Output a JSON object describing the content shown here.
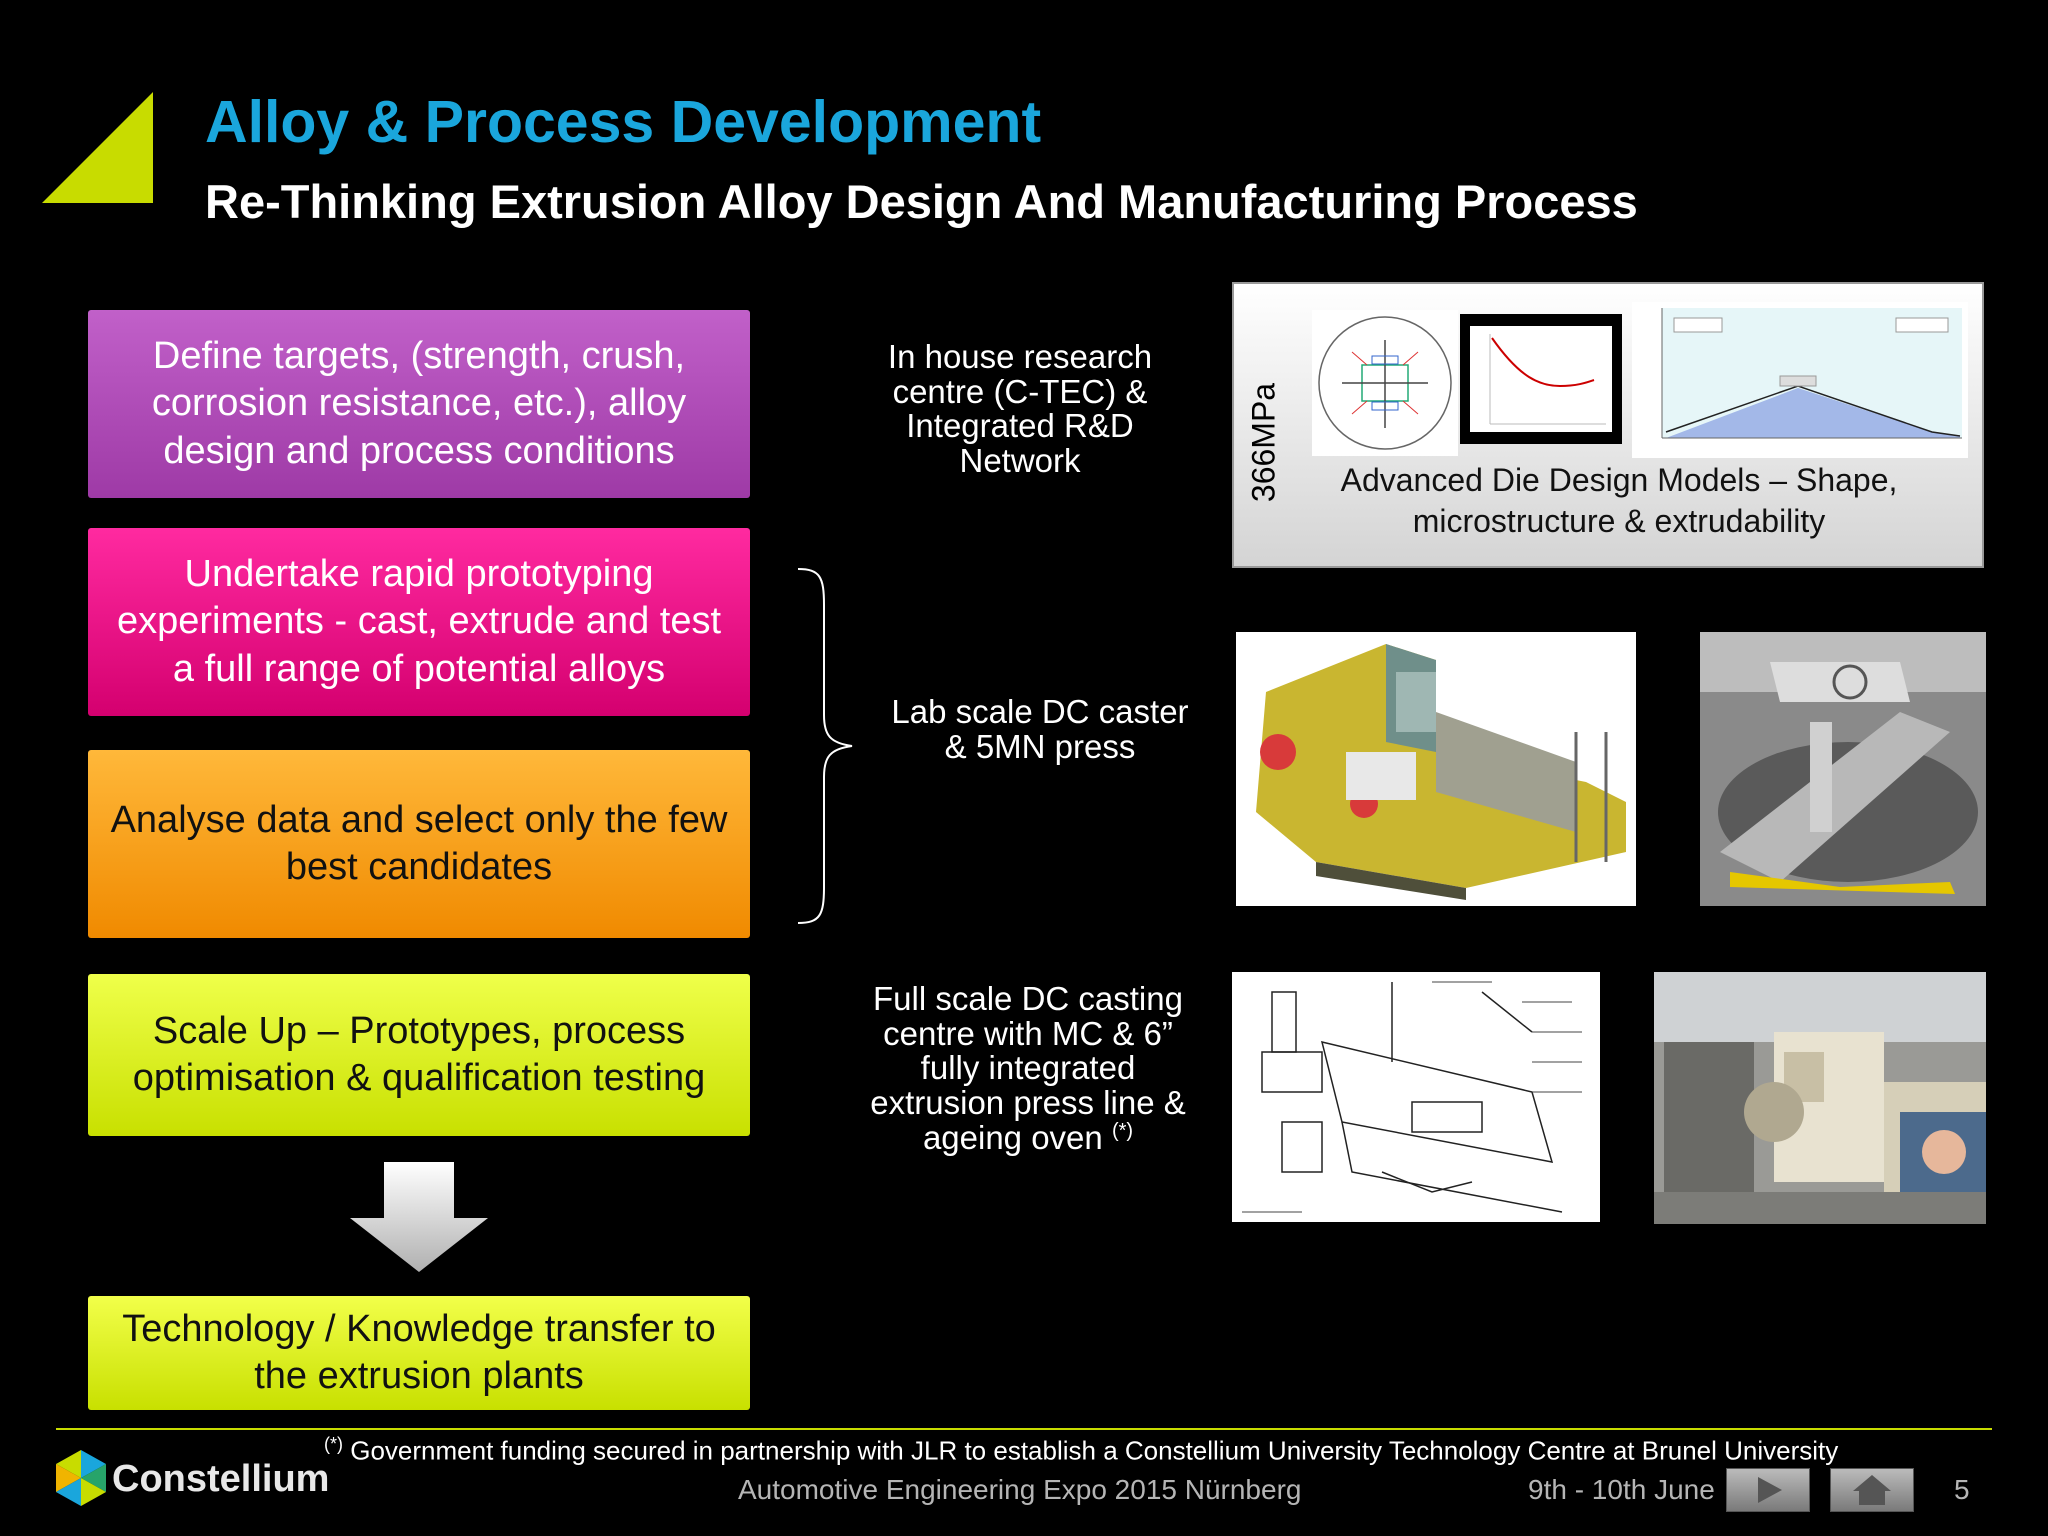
{
  "header": {
    "title": "Alloy & Process Development",
    "subtitle": "Re-Thinking Extrusion Alloy Design And Manufacturing Process"
  },
  "steps": [
    {
      "text": "Define targets, (strength, crush, corrosion resistance, etc.), alloy design and process conditions",
      "color": "#b04db8"
    },
    {
      "text": "Undertake rapid prototyping experiments - cast, extrude and test a full range of potential alloys",
      "color": "#e8008a"
    },
    {
      "text": "Analyse data and select only the few best candidates",
      "color": "#f7a21b"
    },
    {
      "text": "Scale Up – Prototypes, process optimisation & qualification testing",
      "color": "#d8f000"
    },
    {
      "text": "Technology / Knowledge transfer to the extrusion plants",
      "color": "#d8f000"
    }
  ],
  "facilities": {
    "research": "In house research centre (C-TEC) & Integrated R&D Network",
    "lab": "Lab scale DC caster & 5MN press",
    "full_scale_text": "Full scale DC casting centre with MC & 6” fully integrated extrusion press line & ageing oven",
    "full_scale_mark": "(*)"
  },
  "models": {
    "rotated_label": "366MPa",
    "caption": "Advanced Die Design Models – Shape, microstructure & extrudability"
  },
  "footer": {
    "note_mark": "(*)",
    "note": "Government funding secured in partnership with JLR to establish a Constellium University Technology Centre at Brunel University",
    "brand": "Constellium",
    "event": "Automotive Engineering Expo 2015 Nürnberg",
    "date": "9th - 10th June",
    "page": "5"
  },
  "colors": {
    "title": "#1aa6dc",
    "accent_triangle": "#c8dc00"
  },
  "icons": [
    "triangle-accent-icon",
    "down-arrow-icon",
    "bracket-icon",
    "constellium-logo-icon",
    "play-icon",
    "home-icon"
  ]
}
